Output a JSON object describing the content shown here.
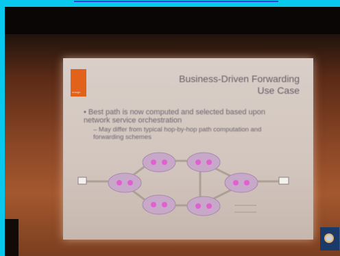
{
  "slide": {
    "logo_text": "orange",
    "title_line1": "Business-Driven Forwarding",
    "title_line2": "Use Case",
    "bullet": "• Best path is now computed and selected based upon network service orchestration",
    "sub_bullet": "– May differ from typical hop-by-hop path computation and forwarding schemes"
  },
  "colors": {
    "page_background": "#08c8ee",
    "logo": "#e2621c",
    "title": "#6a5a66"
  },
  "icons": {
    "corner": "badge-icon"
  }
}
